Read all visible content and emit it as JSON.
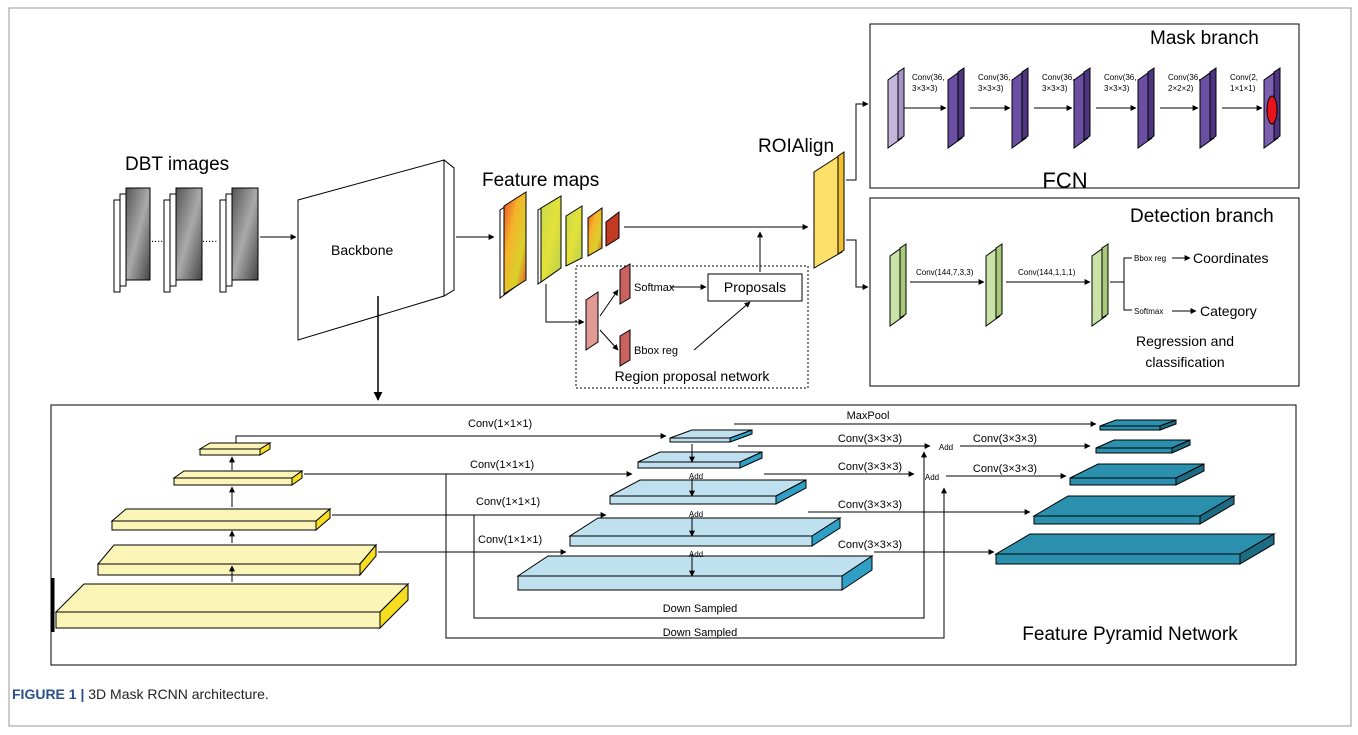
{
  "caption": {
    "label": "FIGURE 1 |",
    "text": "3D Mask RCNN architecture."
  },
  "input": {
    "title": "DBT images",
    "dots1": ".....",
    "dots2": "....."
  },
  "backbone": {
    "label": "Backbone"
  },
  "feature_maps": {
    "title": "Feature maps"
  },
  "rpn": {
    "softmax": "Softmax",
    "bbox_reg": "Bbox reg",
    "proposals": "Proposals",
    "title": "Region proposal network"
  },
  "roialign": {
    "label": "ROIAlign"
  },
  "mask_branch": {
    "title": "Mask branch",
    "fcn": "FCN",
    "convs": [
      {
        "l1": "Conv(36,",
        "l2": "3×3×3)"
      },
      {
        "l1": "Conv(36,",
        "l2": "3×3×3)"
      },
      {
        "l1": "Conv(36,",
        "l2": "3×3×3)"
      },
      {
        "l1": "Conv(36,",
        "l2": "3×3×3)"
      },
      {
        "l1": "Conv(36,",
        "l2": "2×2×2)"
      },
      {
        "l1": "Conv(2,",
        "l2": "1×1×1)"
      }
    ]
  },
  "detection_branch": {
    "title": "Detection branch",
    "conv1": "Conv(144,7,3,3)",
    "conv2": "Conv(144,1,1,1)",
    "bbox_reg": "Bbox reg",
    "softmax": "Softmax",
    "coordinates": "Coordinates",
    "category": "Category",
    "footer_l1": "Regression and",
    "footer_l2": "classification"
  },
  "fpn": {
    "title": "Feature Pyramid Network",
    "lateral": [
      "Conv(1×1×1)",
      "Conv(1×1×1)",
      "Conv(1×1×1)",
      "Conv(1×1×1)"
    ],
    "maxpool": "MaxPool",
    "out_convs": [
      "Conv(3×3×3)",
      "Conv(3×3×3)",
      "Conv(3×3×3)",
      "Conv(3×3×3)",
      "Conv(3×3×3)",
      "Conv(3×3×3)"
    ],
    "add": "Add",
    "down1": "Down Sampled",
    "down2": "Down Sampled"
  },
  "colors": {
    "yellow": "#f6dd22",
    "yellow_face": "#fbf5b8",
    "blue_face": "#bfe0ef",
    "blue_edge": "#2f9fc6",
    "teal": "#2b8fae",
    "purple": "#6b4fa2",
    "green": "#a6c97a",
    "rpn_red": "#c9625f"
  }
}
